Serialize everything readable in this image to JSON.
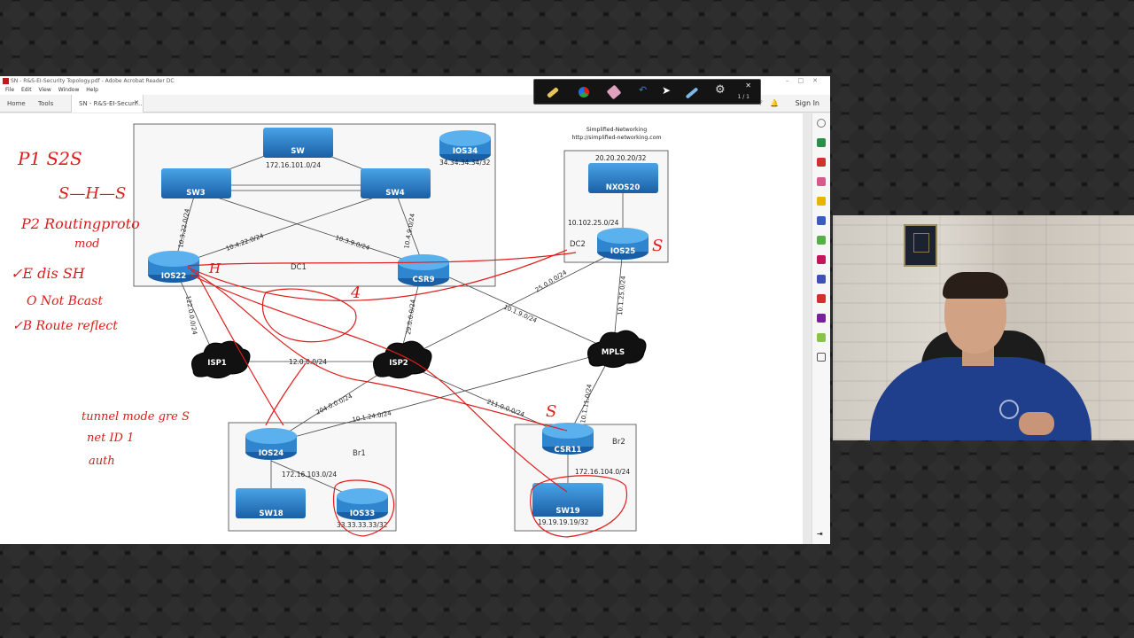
{
  "window": {
    "title": "SN - R&S-EI-Security Topology.pdf - Adobe Acrobat Reader DC",
    "menu": [
      "File",
      "Edit",
      "View",
      "Window",
      "Help"
    ],
    "tabs": {
      "home": "Home",
      "tools": "Tools",
      "document": "SN - R&S-EI-Securi..."
    },
    "sign_in": "Sign In"
  },
  "annotation_toolbar": {
    "page_counter": "1 / 1"
  },
  "page": {
    "credit_line1": "Simplified-Networking",
    "credit_line2": "http://simplified-networking.com"
  },
  "devices": [
    {
      "id": "SW",
      "label": "SW",
      "kind": "switch"
    },
    {
      "id": "IOS34",
      "label": "IOS34",
      "kind": "router"
    },
    {
      "id": "SW3",
      "label": "SW3",
      "kind": "switch"
    },
    {
      "id": "SW4",
      "label": "SW4",
      "kind": "switch"
    },
    {
      "id": "NXOS20",
      "label": "NXOS20",
      "kind": "switch"
    },
    {
      "id": "IOS25",
      "label": "IOS25",
      "kind": "router"
    },
    {
      "id": "IOS22",
      "label": "IOS22",
      "kind": "router"
    },
    {
      "id": "CSR9",
      "label": "CSR9",
      "kind": "router"
    },
    {
      "id": "IOS24",
      "label": "IOS24",
      "kind": "router"
    },
    {
      "id": "SW18",
      "label": "SW18",
      "kind": "switch"
    },
    {
      "id": "IOS33",
      "label": "IOS33",
      "kind": "router"
    },
    {
      "id": "CSR11",
      "label": "CSR11",
      "kind": "router"
    },
    {
      "id": "SW19",
      "label": "SW19",
      "kind": "switch"
    }
  ],
  "clouds": [
    {
      "id": "ISP1",
      "label": "ISP1"
    },
    {
      "id": "ISP2",
      "label": "ISP2"
    },
    {
      "id": "MPLS",
      "label": "MPLS"
    }
  ],
  "sites": {
    "dc1": "DC1",
    "dc2": "DC2",
    "br1": "Br1",
    "br2": "Br2"
  },
  "networks": {
    "sw": "172.16.101.0/24",
    "ios34": "34.34.34.34/32",
    "nxos20": "20.20.20.20/32",
    "nx_ios25": "10.102.25.0/24",
    "sw3_ios22": "10.3.22.0/24",
    "sw4_csr9": "10.4.9.0/24",
    "sw4_ios22": "10.4.22.0/24",
    "sw3_csr9": "10.3.9.0/24",
    "ios25_isp2": "25.0.0.0/24",
    "ios25_mpls": "10.1.25.0/24",
    "ios22_isp1": "122.0.0.0/24",
    "csr9_isp2": "29.0.0.0/24",
    "csr9_mpls": "10.1.9.0/24",
    "isp1_isp2": "12.0.0.0/24",
    "isp2_ios24": "204.0.0.0/24",
    "mpls_ios24": "10.1.24.0/24",
    "isp2_csr11": "211.0.0.0/24",
    "mpls_csr11": "10.1.11.0/24",
    "br1_lan": "172.16.103.0/24",
    "ios33": "33.33.33.33/32",
    "br2_lan": "172.16.104.0/24",
    "sw19": "19.19.19.19/32"
  },
  "handwriting": {
    "line1": "P1  S2S",
    "line2": "S—H—S",
    "line3": "P2  Routingproto",
    "line3b": "mod",
    "line4": "✓E  dis SH",
    "line5": "O   Not Bcast",
    "line6": "✓B  Route reflect",
    "line7": "tunnel mode gre  S",
    "line8": "net ID 1",
    "line9": "auth",
    "mark_h": "H",
    "mark_s_top": "S",
    "mark_s_mid": "S",
    "mark_4": "4"
  },
  "colors": {
    "device_blue": "#1f6fb8",
    "annotation_red": "#e01b1b",
    "page_bg": "#ffffff",
    "app_gray": "#e9e9e9"
  }
}
